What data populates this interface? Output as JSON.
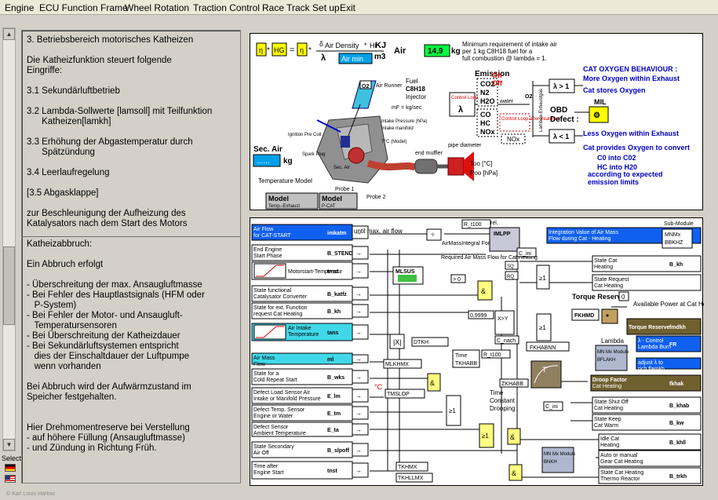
{
  "menu": [
    "Engine",
    "ECU Function Frame",
    "Wheel Rotation",
    "Traction Control",
    "Race Track Set up",
    "Exit"
  ],
  "sidebar": {
    "select_label": "Select"
  },
  "text_panel": {
    "lines": [
      "3. Betriebsbereich motorisches Katheizen",
      "",
      "Die Katheizfunktion steuert folgende",
      "Eingriffe:",
      "",
      "3.1 Sekundärluftbetrieb",
      "",
      "3.2 Lambda-Sollwerte [lamsoll] mit Teilfunktion",
      "      Katheizen[lamkh]",
      "",
      "3.3 Erhöhung der Abgastemperatur durch",
      "      Spätzündung",
      "",
      "3.4 Leerlaufregelung",
      "",
      "[3.5 Abgasklappe]",
      "",
      "zur Beschleunigung der Aufheizung des",
      "Katalysators nach dem Start des Motors"
    ],
    "lines2": [
      "Katheizabbruch:",
      "",
      "Ein Abbruch erfolgt",
      "",
      "- Überschreitung der max. Ansaugluftmasse",
      "- Bei Fehler des Hauptlastsignals (HFM oder",
      "   P-System)",
      "- Bei Fehler der Motor- und Ansaugluft-",
      "   Temperatursensoren",
      "- Bei Überschreitung der Katheizdauer",
      "- Bei Sekundärluftsystemen entspricht",
      "   dies der Einschaltdauer der Luftpumpe",
      "   wenn vorhanden",
      "",
      "Bei Abbruch wird der Aufwärmzustand im",
      "Speicher festgehalten.",
      "",
      "",
      "Hier Drehmomentreserve bei Verstellung",
      "- auf höhere Füllung (Ansaugluftmasse)",
      "- und Zündung in Richtung Früh."
    ]
  },
  "top_diagram": {
    "air_density_label": "Air Density",
    "hi_label": "Hi",
    "kj_label": "KJ",
    "m3_label": "m3",
    "air_min_box": "Air min",
    "air_min_label": "Air",
    "air_min_value": "14,9",
    "kg_unit": "kg",
    "hg_label": "HG",
    "requirement_text_1": "Minimum requirement of intake air",
    "requirement_text_2": "per 1 kg C8H18 fuel for a",
    "requirement_text_3": "full combustion @ lambda = 1.",
    "emission_label": "Emission",
    "emissions": [
      "CO2",
      "N2",
      "H2O",
      "CO",
      "HC",
      "NOx"
    ],
    "o2_label": "O2",
    "water_label": "water",
    "on_off": [
      "On",
      "Off"
    ],
    "lambda_exhaust_vertical": "Lambda-Exhaustgas",
    "control_loop": "Control Loop",
    "control_loop_treatment": "Control Loop after treatment",
    "lambda_gt": "λ > 1",
    "lambda_lt": "λ < 1",
    "obd_label": "OBD",
    "defect_label": "Defect :",
    "mil_label": "MIL",
    "cat_oxygen_title": "CAT OXYGEN BEHAVIOUR :",
    "more_oxygen": "More Oxygen within Exhaust",
    "cat_stores": "Cat stores Oxygen",
    "less_oxygen": "Less Oxygen within Exhaust",
    "cat_provides": "Cat provides Oxygen to convert",
    "co_into": "C0 into C02",
    "hc_into": "HC into H20",
    "according": "according to expected",
    "emission_limits": "emission limits",
    "fuel_label": "Fuel",
    "fuel_formula": "C8H18",
    "injector_label": "Injector",
    "air_runner": "Air Runner",
    "mf_formula": "mF = kg/sec",
    "intake_pressure": "Intake Pressure (hPa)",
    "intake_manifold": "Intake manifold",
    "intake_temp": "T°C (Model)",
    "sec_air": "Sec. Air",
    "sec_air_value": "......",
    "sec_air_unit": "kg",
    "ignition": "Ignition Pre Coil",
    "spark_plug": "Spark Plug",
    "sec_air_small": "Sec. Air",
    "end_muffler": "end muffler",
    "pipe_diameter": "pipe diameter",
    "too_label": "Too [°C]",
    "poo_label": "Poo [hPa]",
    "temperature_model": "Temperature Model",
    "model_exhaust": "Model",
    "model_exhaust_sub": "Temp.-Exhaust",
    "model_cat": "Model",
    "model_cat_sub": "P-CAT",
    "probe1": "Probe 1",
    "probe2": "Probe 2"
  },
  "bottom_diagram": {
    "inputs": [
      {
        "label": "Air Flow for CAT-START",
        "var": "imkatm",
        "style": "blue"
      },
      {
        "label": "End Engine Start Phase",
        "var": "B_STEND",
        "style": "white"
      },
      {
        "label": "Motorstart-Temperatur",
        "var": "tmst",
        "style": "curve"
      },
      {
        "label": "State functional Catalysator Converter",
        "var": "B_katfz",
        "style": "white"
      },
      {
        "label": "State for ext. Function request Cat Heating",
        "var": "B_kh",
        "style": "white"
      },
      {
        "label": "Air Intake Temperature",
        "var": "tans",
        "style": "curvecyan"
      },
      {
        "label": "Air Mass Flow",
        "var": "ml",
        "style": "cyan"
      },
      {
        "label": "State for a Cold Repeat Start",
        "var": "B_wks",
        "style": "white"
      },
      {
        "label": "Defect Load Sensor Air Intake or Manifold Pressure",
        "var": "E_lm",
        "style": "white"
      },
      {
        "label": "Defect Temp. Sensor Engine or Water",
        "var": "E_tm",
        "style": "white"
      },
      {
        "label": "Defect Sensor Ambient Temperature",
        "var": "E_ta",
        "style": "white"
      },
      {
        "label": "State Secondary Air Off",
        "var": "B_slpoff",
        "style": "white"
      },
      {
        "label": "Time after Engine Start",
        "var": "tnst",
        "style": "white"
      }
    ],
    "outputs": [
      {
        "label": "Integration Value of Air Mass Flow during Cat - Heating",
        "var": "",
        "style": "blue"
      },
      {
        "label": "State Cat Heating",
        "var": "B_kh",
        "style": "white"
      },
      {
        "label": "State Request Cat Heating",
        "var": "",
        "style": "white"
      },
      {
        "label": "Torque Reserve",
        "var": "fmdkh",
        "style": "olive"
      },
      {
        "label": "λ - Control Lambda Burn",
        "var": "FR",
        "style": "blue"
      },
      {
        "label": "adjust λ to rich flamkh",
        "var": "",
        "style": "blue"
      },
      {
        "label": "Droop Factor Cat Heating",
        "var": "fkhak",
        "style": "olive"
      },
      {
        "label": "State Shut Off Cat Heating",
        "var": "B_khab",
        "style": "white"
      },
      {
        "label": "State Keep Cat Warm",
        "var": "B_kw",
        "style": "white"
      },
      {
        "label": "Idle Cat Heating",
        "var": "B_khll",
        "style": "white"
      },
      {
        "label": "Auto or manual Gear Cat Heating",
        "var": "",
        "style": "white"
      },
      {
        "label": "State Cat Heating Thermo Reactor",
        "var": "B_trkh",
        "style": "white"
      }
    ],
    "until_max": "until max. air flow",
    "air_mass_integral": "AirMassIntegral For Cat Heating",
    "required_air_mass": "Required Air Mass Flow for Cat Heating",
    "r_t100": "R_t100",
    "rel_label": "rel.",
    "imlpp": "IMLPP",
    "c_ini": "C_ini",
    "sub_module": "Sub-Module",
    "mnmx": "MNMx",
    "bbkhz": "BBKHZ",
    "mlsus": "MLSUS",
    "gt_zero": "> 0",
    "torque_reserve_label": "Torque Reserve",
    "available_power": "Available Power at Cat Heating",
    "fkhmd": "FKHMD",
    "zero_box": "0",
    "lambda_label": "Lambda",
    "mn_mx_module": "MN Mx Module",
    "bflakh": "BFLAKH",
    "c_nach": "C_nach",
    "fkhabnn": "FKHABNN",
    "val_09999": "0,9999",
    "dtkh": "DTKH",
    "mlkhmx": "MLKHMX",
    "time_label": "Time",
    "tkhabb": "TKHABB",
    "zkhabb": "ZKHABB",
    "time_constant": "Time Constant Drooping",
    "tmslop": "TMSLOP",
    "deg_c": "°C",
    "tkhmx": "TKHMX",
    "tkhllmx": "TKHLLMX",
    "bnkh": "BNKH"
  },
  "copyright": "© Karl Louis Harlow"
}
